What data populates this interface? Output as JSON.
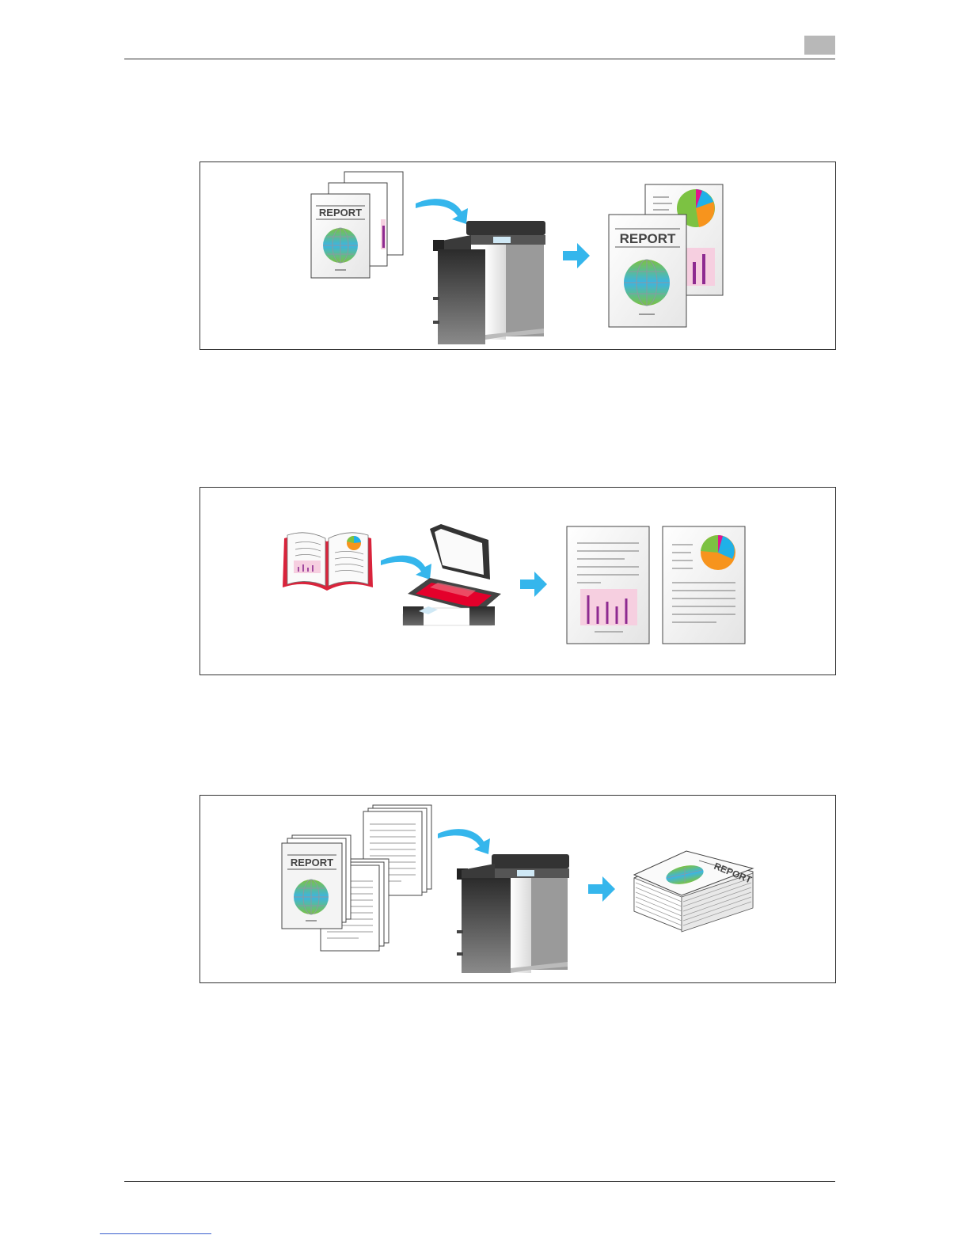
{
  "figures": [
    {
      "id": "copy-duplex",
      "original_label": "REPORT",
      "output_label": "REPORT"
    },
    {
      "id": "book-copy"
    },
    {
      "id": "staple-copy",
      "original_label": "REPORT",
      "output_label": "REPORT"
    }
  ],
  "colors": {
    "arrow": "#35b6ec",
    "pie_green": "#7cc242",
    "pie_blue": "#1fb1e8",
    "pie_orange": "#f7941d",
    "pie_magenta": "#e0168d",
    "chart_bars": "#8e2a90",
    "chart_bg": "#f6cfe0",
    "book_red": "#d9233b",
    "scanner_glass": "#e4002b"
  }
}
